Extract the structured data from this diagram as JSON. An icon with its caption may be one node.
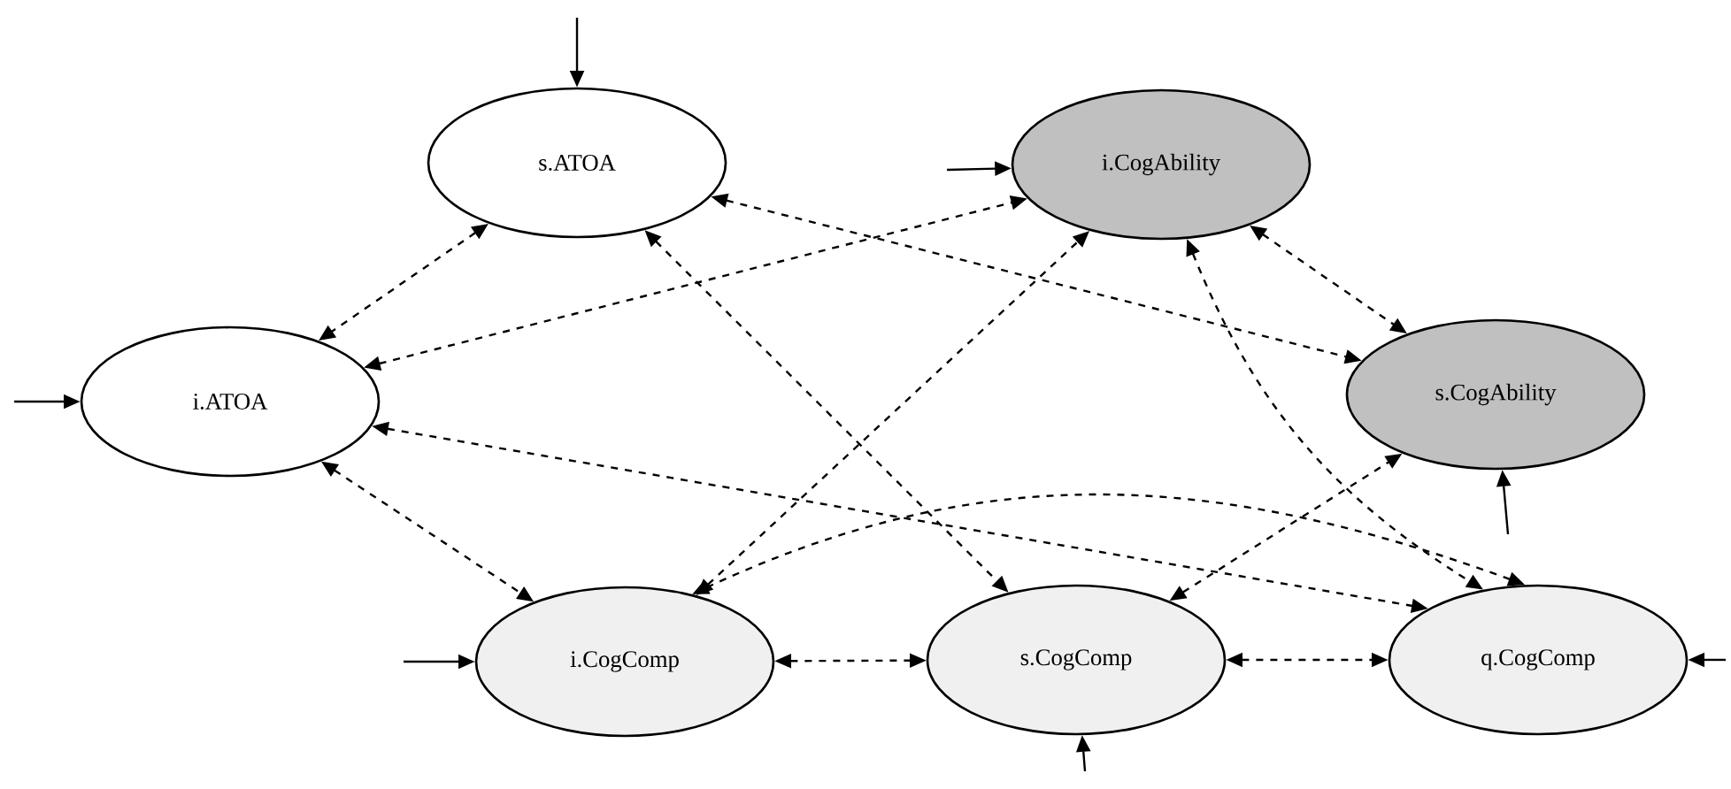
{
  "diagram": {
    "nodes": [
      {
        "text": [
          "s.ATOA"
        ]
      },
      {
        "text": [
          "i.CogAbility"
        ]
      },
      {
        "text": [
          "i.ATOA"
        ]
      },
      {
        "text": [
          "s.CogAbility"
        ]
      },
      {
        "text": [
          "i.CogComp"
        ]
      },
      {
        "text": [
          "s.CogComp"
        ]
      },
      {
        "text": [
          "q.CogComp"
        ]
      }
    ],
    "edges": [
      {
        "from": 0,
        "to": 2,
        "arrow": "both",
        "style": "dashed"
      },
      {
        "from": 0,
        "to": 3,
        "arrow": "both",
        "style": "dashed"
      },
      {
        "from": 0,
        "to": 5,
        "arrow": "both",
        "style": "dashed"
      },
      {
        "from": 2,
        "to": 1,
        "arrow": "both",
        "style": "dashed"
      },
      {
        "from": 2,
        "to": 4,
        "arrow": "both",
        "style": "dashed"
      },
      {
        "from": 2,
        "to": 6,
        "arrow": "both",
        "style": "dashed"
      },
      {
        "from": 4,
        "to": 1,
        "arrow": "both",
        "style": "dashed"
      },
      {
        "from": 1,
        "to": 3,
        "arrow": "both",
        "style": "dashed"
      },
      {
        "from": 1,
        "to": 6,
        "arrow": "both",
        "style": "dashed"
      },
      {
        "from": 5,
        "to": 3,
        "arrow": "both",
        "style": "dashed"
      },
      {
        "from": 4,
        "to": 6,
        "arrow": "both",
        "style": "dashed"
      },
      {
        "from": 4,
        "to": 5,
        "arrow": "both",
        "style": "dashed"
      },
      {
        "from": 5,
        "to": 6,
        "arrow": "both",
        "style": "dashed"
      },
      {
        "from": null,
        "to": 0,
        "arrow": "to"
      },
      {
        "from": null,
        "to": 1,
        "arrow": "to"
      },
      {
        "from": null,
        "to": 2,
        "arrow": "to"
      },
      {
        "from": null,
        "to": 3,
        "arrow": "to"
      },
      {
        "from": null,
        "to": 4,
        "arrow": "to"
      },
      {
        "from": null,
        "to": 5,
        "arrow": "to"
      },
      {
        "from": null,
        "to": 6,
        "arrow": "to"
      }
    ]
  }
}
